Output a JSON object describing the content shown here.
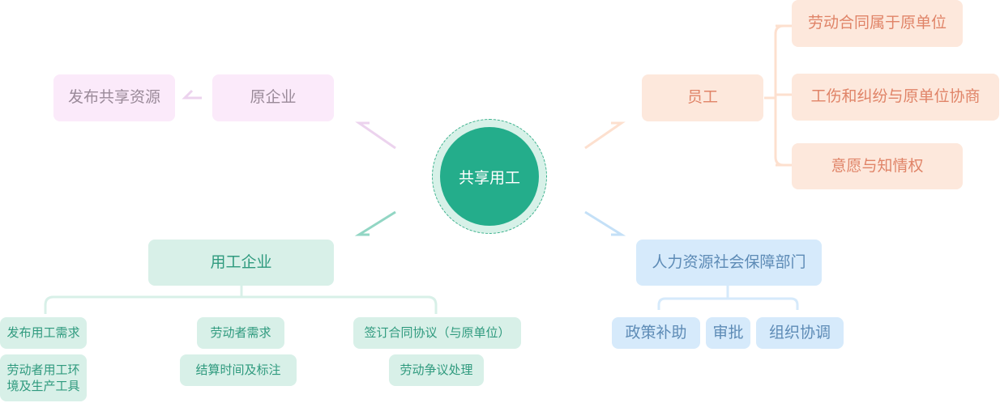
{
  "center": {
    "label": "共享用工"
  },
  "original_company": {
    "label": "原企业",
    "child": "发布共享资源"
  },
  "employee": {
    "label": "员工",
    "children": [
      "劳动合同属于原单位",
      "工伤和纠纷与原单位协商",
      "意愿与知情权"
    ]
  },
  "employer": {
    "label": "用工企业",
    "children": [
      "发布用工需求",
      "劳动者用工环境及生产工具",
      "劳动者需求",
      "结算时间及标注",
      "签订合同协议（与原单位）",
      "劳动争议处理"
    ]
  },
  "hr_dept": {
    "label": "人力资源社会保障部门",
    "children": [
      "政策补助",
      "审批",
      "组织协调"
    ]
  },
  "colors": {
    "center": "#24ad8b",
    "pink": "#fbeafa",
    "orange": "#fde8dc",
    "green": "#d8f0e8",
    "blue": "#d6eafb"
  }
}
